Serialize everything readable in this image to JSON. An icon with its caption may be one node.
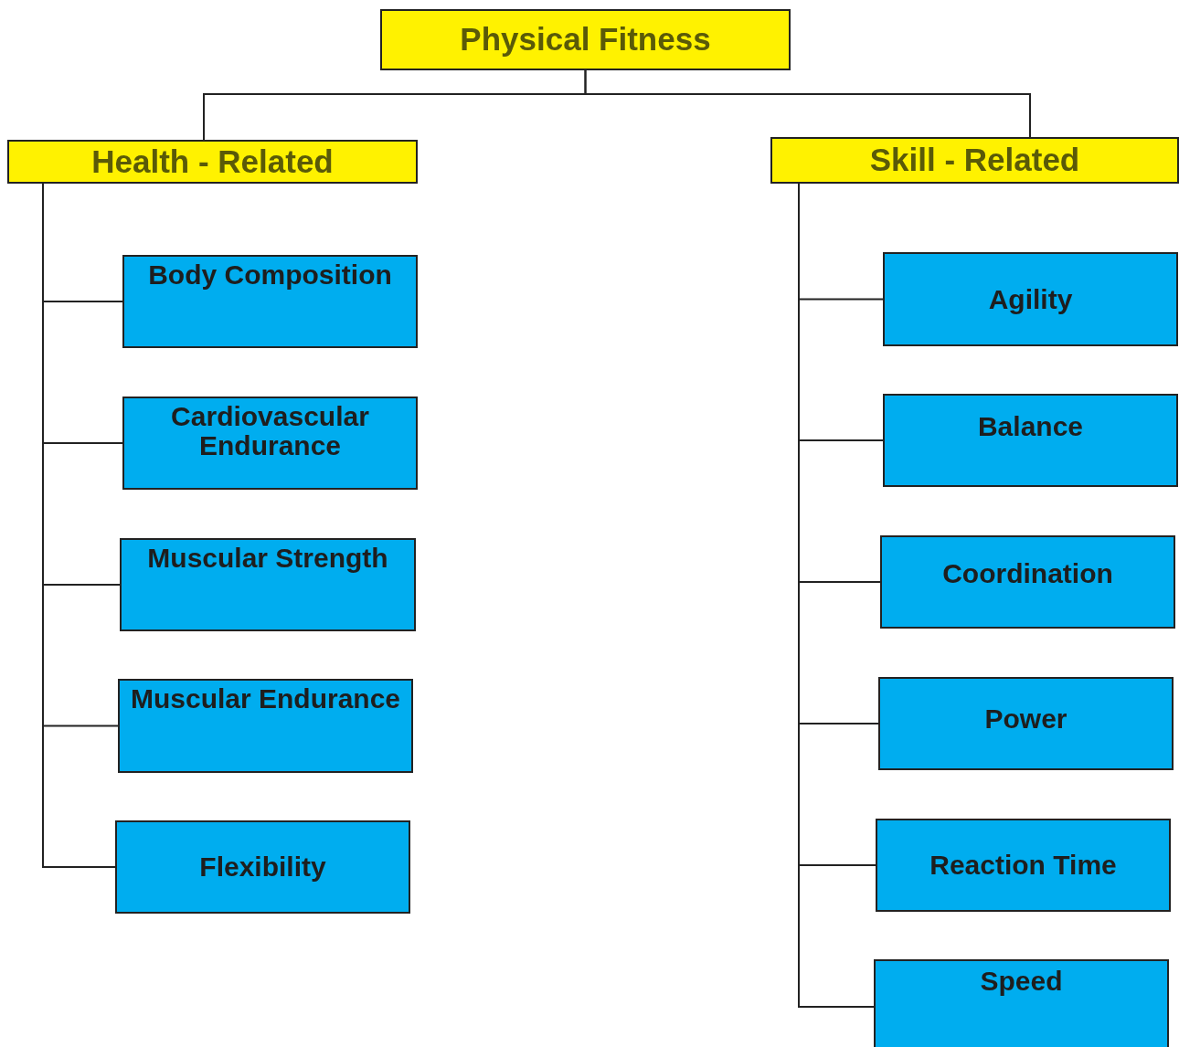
{
  "diagram": {
    "nodes": [
      {
        "text": [
          "Physical Fitness"
        ]
      },
      {
        "text": [
          "Health - Related"
        ]
      },
      {
        "text": [
          "Skill - Related"
        ]
      },
      {
        "text": [
          "Body Composition"
        ]
      },
      {
        "text": [
          "Cardiovascular Endurance"
        ]
      },
      {
        "text": [
          "Muscular Strength"
        ]
      },
      {
        "text": [
          "Muscular Endurance"
        ]
      },
      {
        "text": [
          "Flexibility"
        ]
      },
      {
        "text": [
          "Agility"
        ]
      },
      {
        "text": [
          "Balance"
        ]
      },
      {
        "text": [
          "Coordination"
        ]
      },
      {
        "text": [
          "Power"
        ]
      },
      {
        "text": [
          "Reaction Time"
        ]
      },
      {
        "text": [
          "Speed"
        ]
      }
    ],
    "edges": [
      {
        "from": 0,
        "to": 1,
        "arrow": "none"
      },
      {
        "from": 0,
        "to": 2,
        "arrow": "none"
      },
      {
        "from": 1,
        "to": 3,
        "arrow": "none"
      },
      {
        "from": 1,
        "to": 4,
        "arrow": "none"
      },
      {
        "from": 1,
        "to": 5,
        "arrow": "none"
      },
      {
        "from": 1,
        "to": 6,
        "arrow": "none"
      },
      {
        "from": 1,
        "to": 7,
        "arrow": "none"
      },
      {
        "from": 2,
        "to": 8,
        "arrow": "none"
      },
      {
        "from": 2,
        "to": 9,
        "arrow": "none"
      },
      {
        "from": 2,
        "to": 10,
        "arrow": "none"
      },
      {
        "from": 2,
        "to": 11,
        "arrow": "none"
      },
      {
        "from": 2,
        "to": 12,
        "arrow": "none"
      },
      {
        "from": 2,
        "to": 13,
        "arrow": "none"
      }
    ]
  }
}
